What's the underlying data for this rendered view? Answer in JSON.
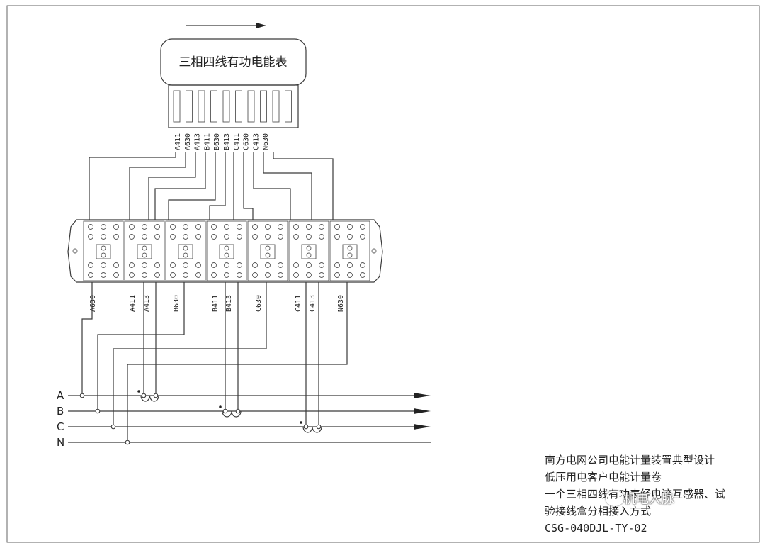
{
  "meter": {
    "title": "三相四线有功电能表"
  },
  "meter_terminal_labels": [
    "A411",
    "A630",
    "A413",
    "B411",
    "B630",
    "B413",
    "C411",
    "C630",
    "C413",
    "N630"
  ],
  "box_lower_labels": [
    "A630",
    "A411",
    "A413",
    "B630",
    "B411",
    "B413",
    "C630",
    "C411",
    "C413",
    "N630"
  ],
  "phases": [
    "A",
    "B",
    "C",
    "N"
  ],
  "title_block": {
    "line1": "南方电网公司电能计量装置典型设计",
    "line2": "低压用电客户电能计量卷",
    "line3": "一个三相四线有功表经电流互感器、试",
    "line4": "验接线盒分相接入方式",
    "code": "CSG-040DJL-TY-02"
  },
  "watermark": {
    "text": "机电人脉",
    "icon": "wechat-icon"
  }
}
